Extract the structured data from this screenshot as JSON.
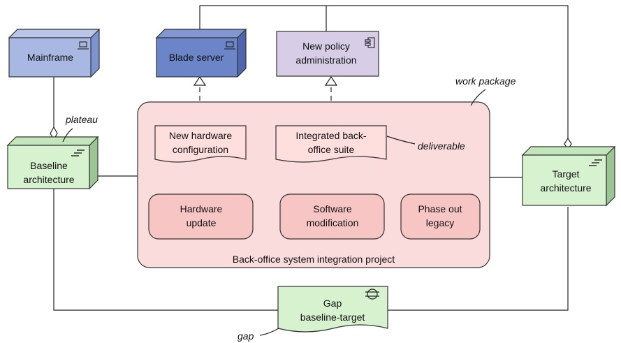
{
  "nodes": {
    "mainframe": {
      "label": "Mainframe"
    },
    "blade_server": {
      "label": "Blade server"
    },
    "new_policy": {
      "line1": "New policy",
      "line2": "administration"
    },
    "baseline": {
      "line1": "Baseline",
      "line2": "architecture"
    },
    "target": {
      "line1": "Target",
      "line2": "architecture"
    },
    "new_hw_config": {
      "line1": "New hardware",
      "line2": "configuration"
    },
    "integrated_suite": {
      "line1": "Integrated back-",
      "line2": "office suite"
    },
    "hardware_update": {
      "line1": "Hardware",
      "line2": "update"
    },
    "software_mod": {
      "line1": "Software",
      "line2": "modification"
    },
    "phase_out": {
      "line1": "Phase out",
      "line2": "legacy"
    },
    "gap": {
      "line1": "Gap",
      "line2": "baseline-target"
    }
  },
  "project": {
    "label": "Back-office system integration project"
  },
  "annotations": {
    "work_package": "work package",
    "plateau": "plateau",
    "deliverable": "deliverable",
    "gap": "gap"
  },
  "colors": {
    "tech_node": "#6b85c8",
    "tech_node_light": "#a9b8e2",
    "app_component": "#d8cde6",
    "plateau": "#d6f2cf",
    "work_package": "#fbdcdc",
    "deliverable": "#ffdede",
    "process": "#f8c5c5"
  }
}
